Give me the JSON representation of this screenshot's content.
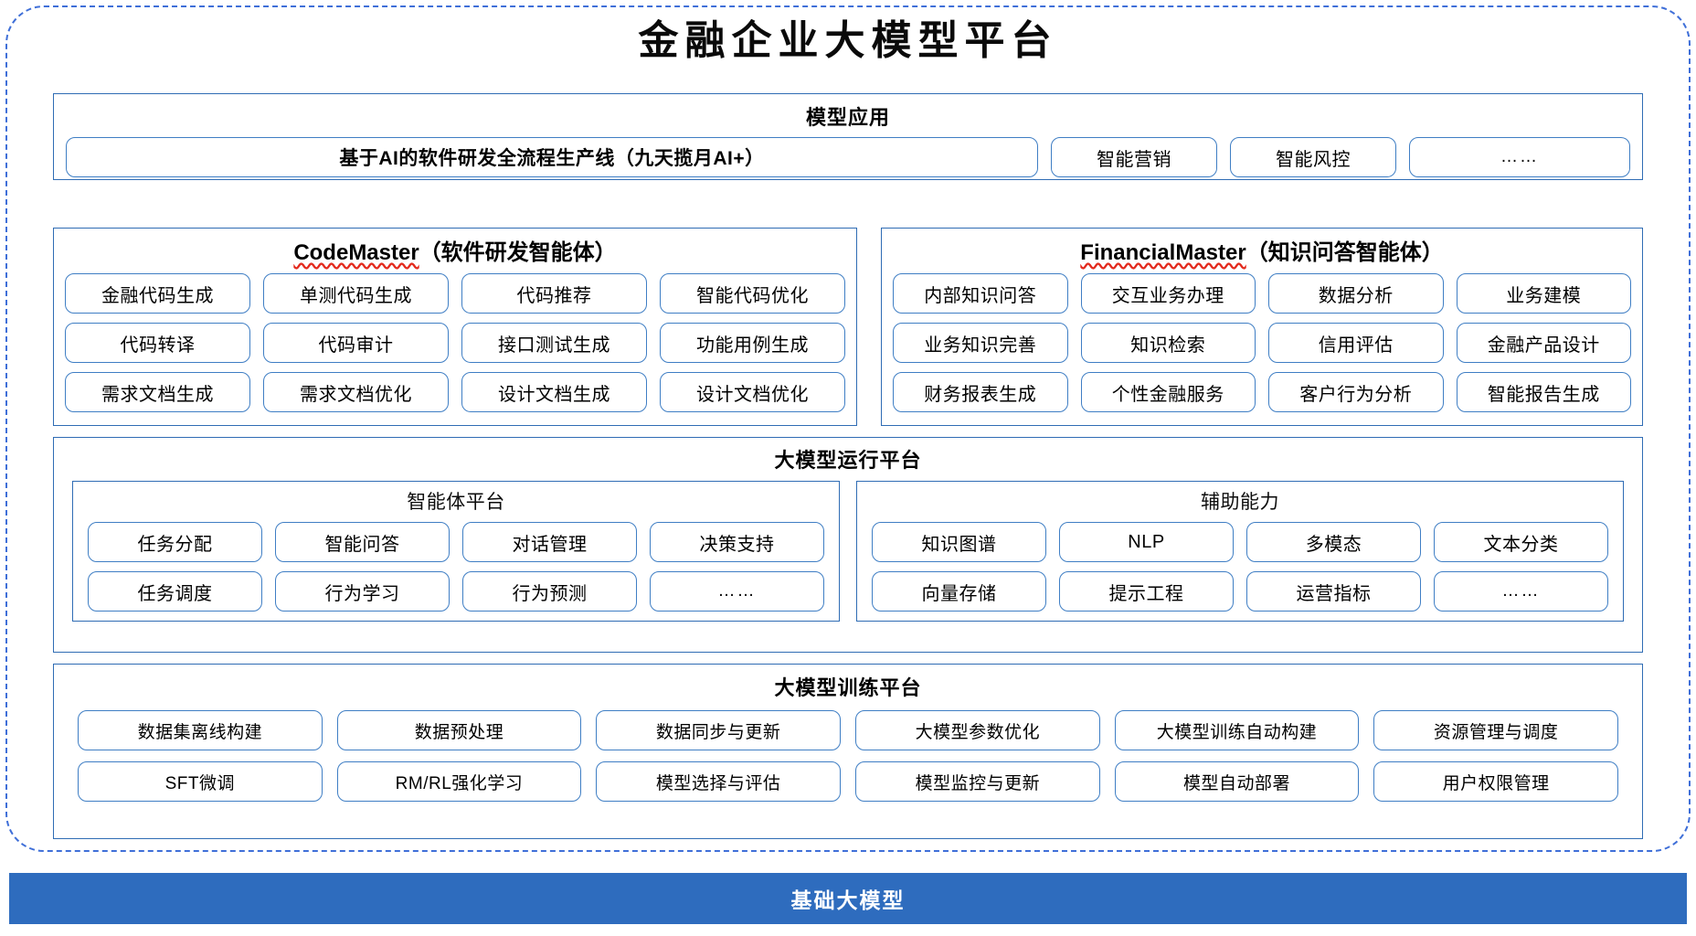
{
  "title": "金融企业大模型平台",
  "sections": {
    "apps": {
      "title": "模型应用",
      "items": [
        "基于AI的软件研发全流程生产线（九天揽月AI+）",
        "智能营销",
        "智能风控",
        "……"
      ]
    },
    "codemaster": {
      "name": "CodeMaster",
      "suffix": "（软件研发智能体）",
      "items": [
        "金融代码生成",
        "单测代码生成",
        "代码推荐",
        "智能代码优化",
        "代码转译",
        "代码审计",
        "接口测试生成",
        "功能用例生成",
        "需求文档生成",
        "需求文档优化",
        "设计文档生成",
        "设计文档优化"
      ]
    },
    "financialmaster": {
      "name": "FinancialMaster",
      "suffix": "（知识问答智能体）",
      "items": [
        "内部知识问答",
        "交互业务办理",
        "数据分析",
        "业务建模",
        "业务知识完善",
        "知识检索",
        "信用评估",
        "金融产品设计",
        "财务报表生成",
        "个性金融服务",
        "客户行为分析",
        "智能报告生成"
      ]
    },
    "runtime": {
      "title": "大模型运行平台",
      "agent_platform": {
        "title": "智能体平台",
        "items": [
          "任务分配",
          "智能问答",
          "对话管理",
          "决策支持",
          "任务调度",
          "行为学习",
          "行为预测",
          "……"
        ]
      },
      "support": {
        "title": "辅助能力",
        "items": [
          "知识图谱",
          "NLP",
          "多模态",
          "文本分类",
          "向量存储",
          "提示工程",
          "运营指标",
          "……"
        ]
      }
    },
    "training": {
      "title": "大模型训练平台",
      "items": [
        "数据集离线构建",
        "数据预处理",
        "数据同步与更新",
        "大模型参数优化",
        "大模型训练自动构建",
        "资源管理与调度",
        "SFT微调",
        "RM/RL强化学习",
        "模型选择与评估",
        "模型监控与更新",
        "模型自动部署",
        "用户权限管理"
      ]
    },
    "base": {
      "title": "基础大模型"
    }
  },
  "colors": {
    "frame_border": "#3f6fd8",
    "panel_border": "#2f6cb4",
    "pill_border": "#3f7ec4",
    "base_bar": "#2e6cbe",
    "spellcheck_underline": "#e32b1e"
  }
}
